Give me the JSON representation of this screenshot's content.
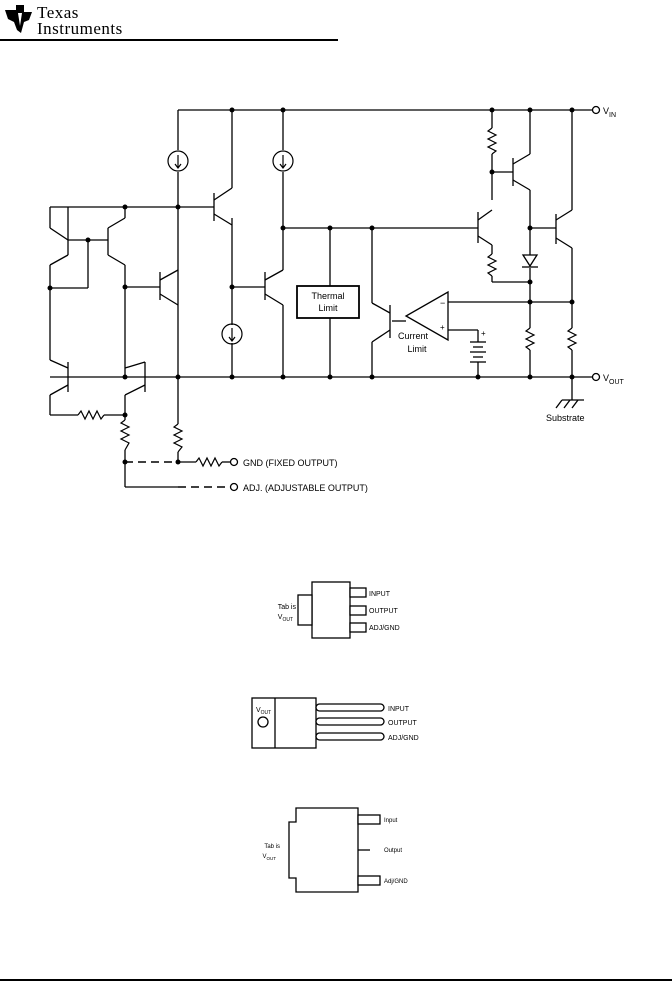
{
  "header": {
    "logo_line1": "Texas",
    "logo_line2": "Instruments"
  },
  "schematic": {
    "vin": "V",
    "vin_sub": "IN",
    "vout": "V",
    "vout_sub": "OUT",
    "thermal_limit_1": "Thermal",
    "thermal_limit_2": "Limit",
    "current_limit_1": "Current",
    "current_limit_2": "Limit",
    "substrate": "Substrate",
    "gnd_label": "GND (FIXED OUTPUT)",
    "adj_label": "ADJ. (ADJUSTABLE OUTPUT)",
    "plus": "+",
    "minus": "−"
  },
  "package1": {
    "tab_1": "Tab is",
    "tab_2": "V",
    "tab_2_sub": "OUT",
    "pins": [
      "INPUT",
      "OUTPUT",
      "ADJ/GND"
    ]
  },
  "package2": {
    "vout": "V",
    "vout_sub": "OUT",
    "pins": [
      "INPUT",
      "OUTPUT",
      "ADJ/GND"
    ]
  },
  "package3": {
    "tab_1": "Tab is",
    "tab_2": "V",
    "tab_2_sub": "OUT",
    "pins": [
      "Input",
      "Output",
      "Adj/GND"
    ]
  }
}
